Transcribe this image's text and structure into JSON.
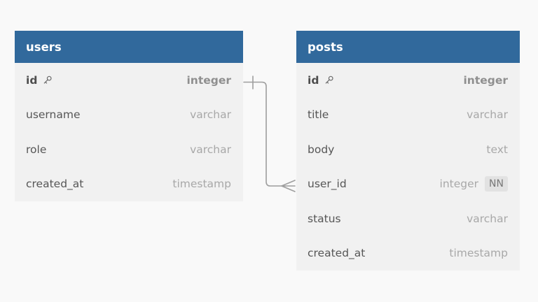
{
  "diagram": {
    "tables": [
      {
        "name": "users",
        "columns": [
          {
            "name": "id",
            "type": "integer",
            "pk": true
          },
          {
            "name": "username",
            "type": "varchar"
          },
          {
            "name": "role",
            "type": "varchar"
          },
          {
            "name": "created_at",
            "type": "timestamp"
          }
        ]
      },
      {
        "name": "posts",
        "columns": [
          {
            "name": "id",
            "type": "integer",
            "pk": true
          },
          {
            "name": "title",
            "type": "varchar"
          },
          {
            "name": "body",
            "type": "text"
          },
          {
            "name": "user_id",
            "type": "integer",
            "badge": "NN"
          },
          {
            "name": "status",
            "type": "varchar"
          },
          {
            "name": "created_at",
            "type": "timestamp"
          }
        ]
      }
    ],
    "relationship": {
      "from_table": "users",
      "from_column": "id",
      "to_table": "posts",
      "to_column": "user_id",
      "cardinality": "one-to-many"
    },
    "colors": {
      "header_bg": "#31699c",
      "header_text": "#ffffff",
      "row_bg": "#f1f1f1",
      "page_bg": "#f9f9f9",
      "field_text": "#565656",
      "type_text": "#a8a8a8",
      "line": "#9e9e9e",
      "badge_bg": "#e2e2e2",
      "badge_text": "#787878"
    }
  }
}
